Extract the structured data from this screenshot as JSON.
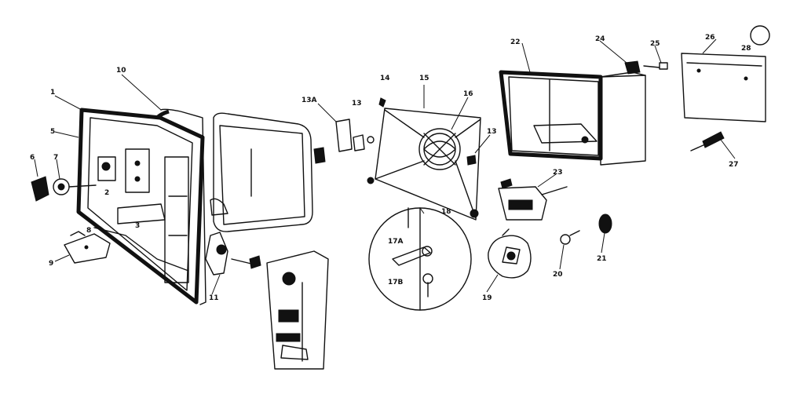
{
  "diagram": {
    "labels": {
      "l1": "1",
      "l2": "2",
      "l3": "3",
      "l5": "5",
      "l6": "6",
      "l7": "7",
      "l8": "8",
      "l9": "9",
      "l10": "10",
      "l11": "11",
      "l13": "13",
      "l13A": "13A",
      "l14": "14",
      "l15": "15",
      "l16": "16",
      "l17A": "17A",
      "l17B": "17B",
      "l18": "18",
      "l19": "19",
      "l20": "20",
      "l21": "21",
      "l22": "22",
      "l23": "23",
      "l24": "24",
      "l25": "25",
      "l26": "26",
      "l27": "27",
      "l28": "28"
    }
  }
}
